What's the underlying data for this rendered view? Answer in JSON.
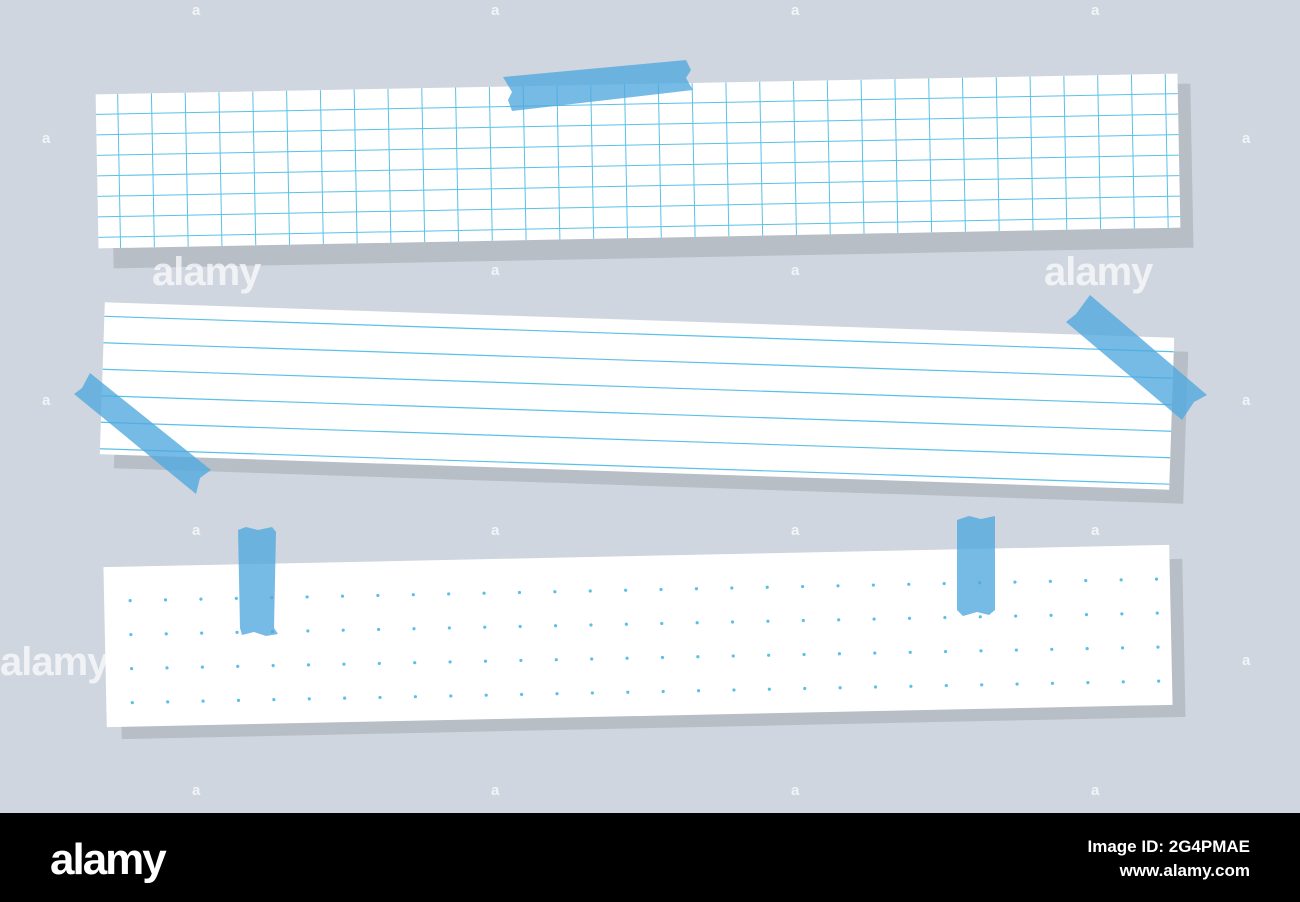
{
  "watermark": {
    "brand": "alamy",
    "short": "a"
  },
  "footer": {
    "logo": "alamy",
    "image_id_label": "Image ID: 2G4PMAE",
    "site": "www.alamy.com"
  },
  "colors": {
    "background": "#cfd6df",
    "paper": "#ffffff",
    "paper_shadow": "#b7bec6",
    "grid_line": "#5bc0e8",
    "tape": "#4fa9e0",
    "footer": "#000000"
  },
  "notes": [
    {
      "name": "grid-paper",
      "pattern": "grid"
    },
    {
      "name": "lined-paper",
      "pattern": "lines"
    },
    {
      "name": "dotted-paper",
      "pattern": "dots"
    }
  ]
}
